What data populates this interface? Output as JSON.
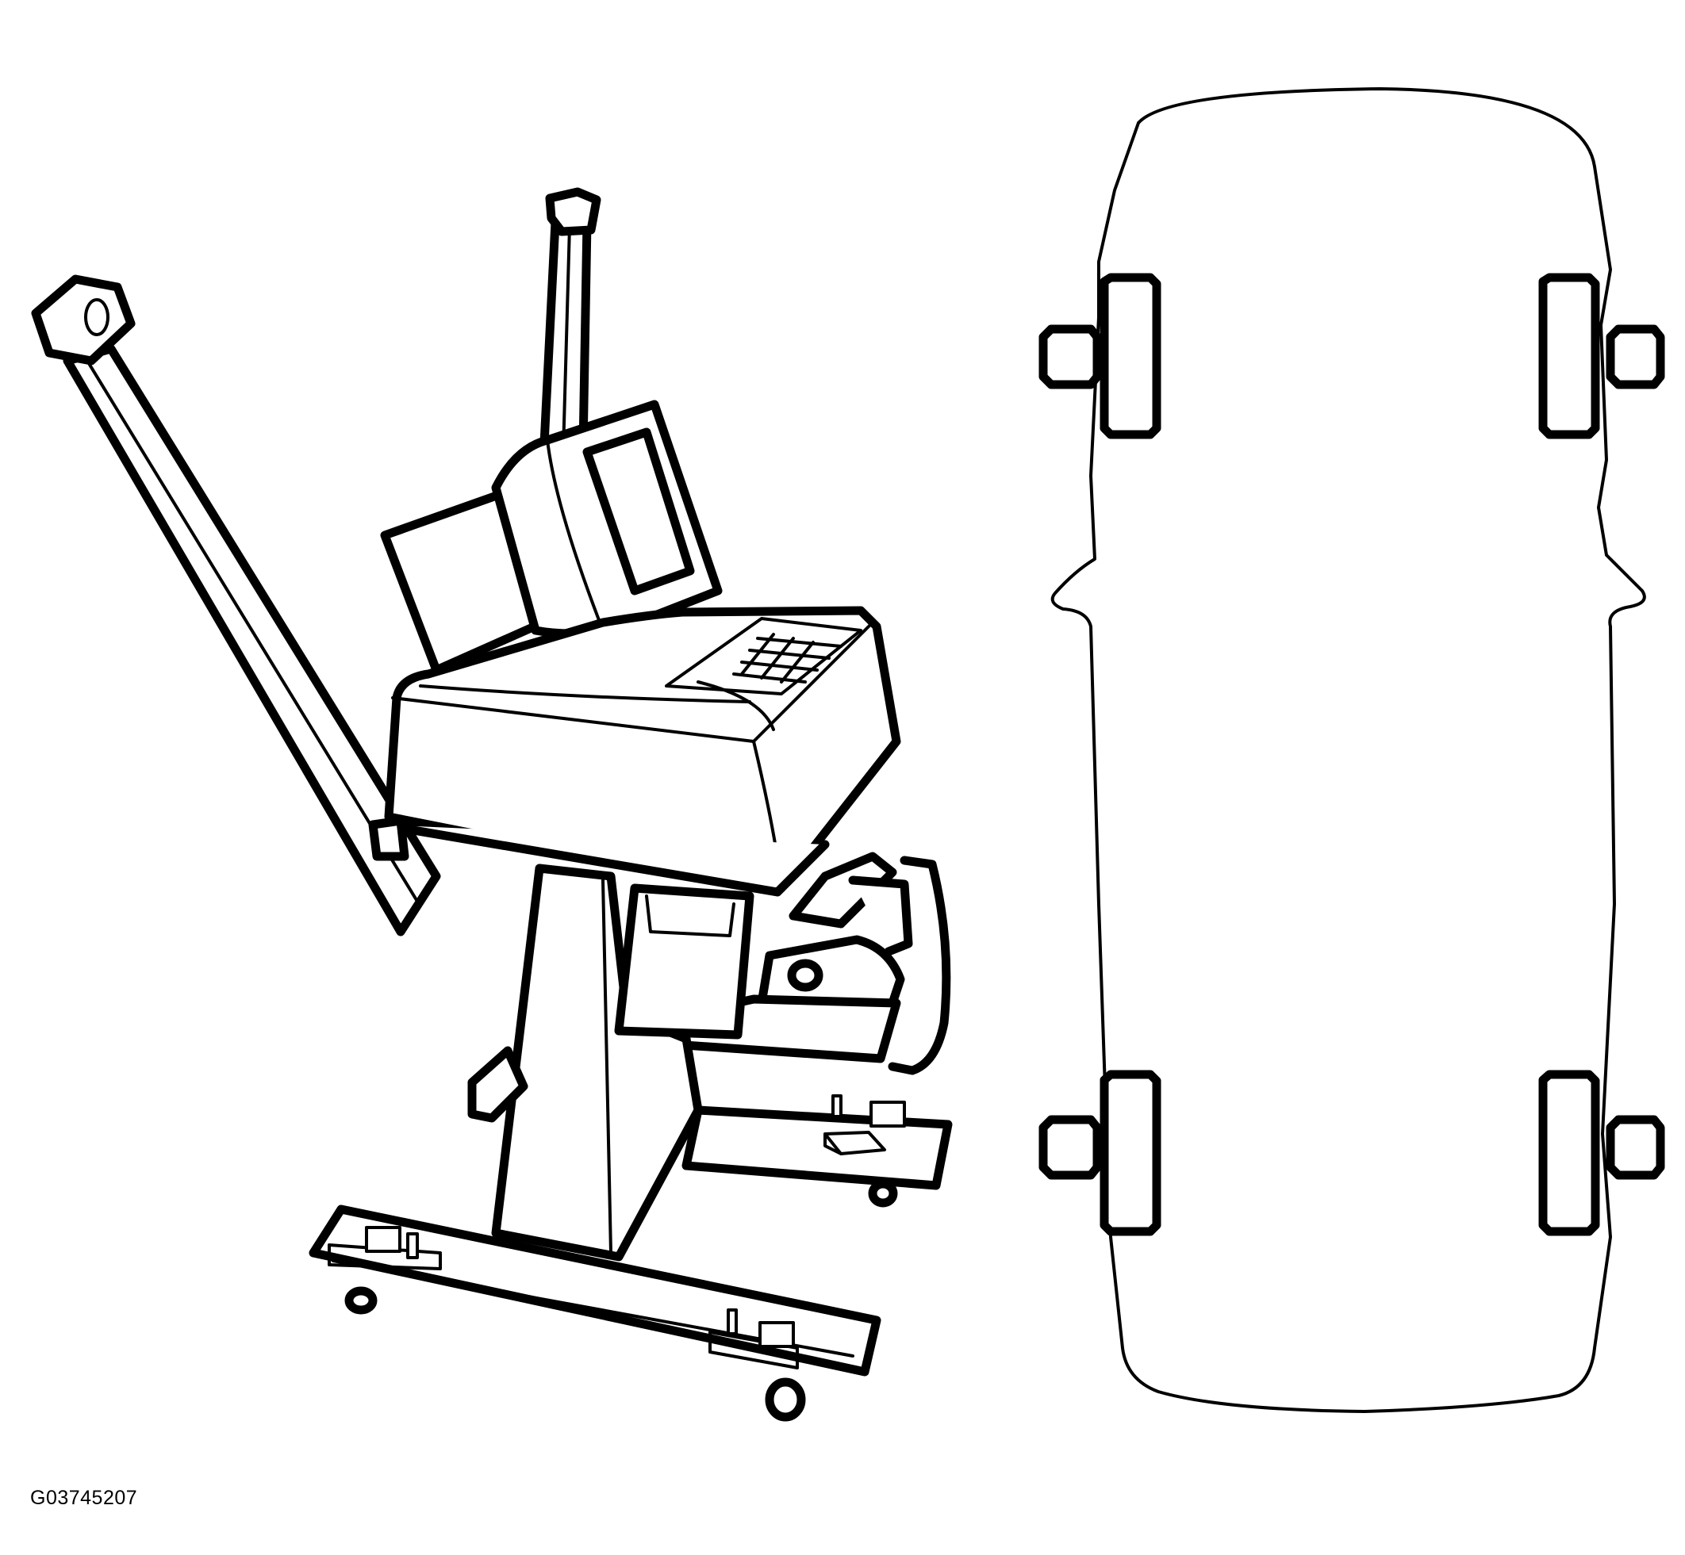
{
  "figure": {
    "code": "G03745207"
  },
  "components": {
    "alignment_machine": {
      "icon": "wheel-alignment-machine-icon"
    },
    "vehicle": {
      "icon": "vehicle-top-view-icon"
    },
    "wheel_sensors": [
      "front-left",
      "front-right",
      "rear-left",
      "rear-right"
    ]
  },
  "colors": {
    "line": "#000000",
    "background": "#ffffff"
  }
}
